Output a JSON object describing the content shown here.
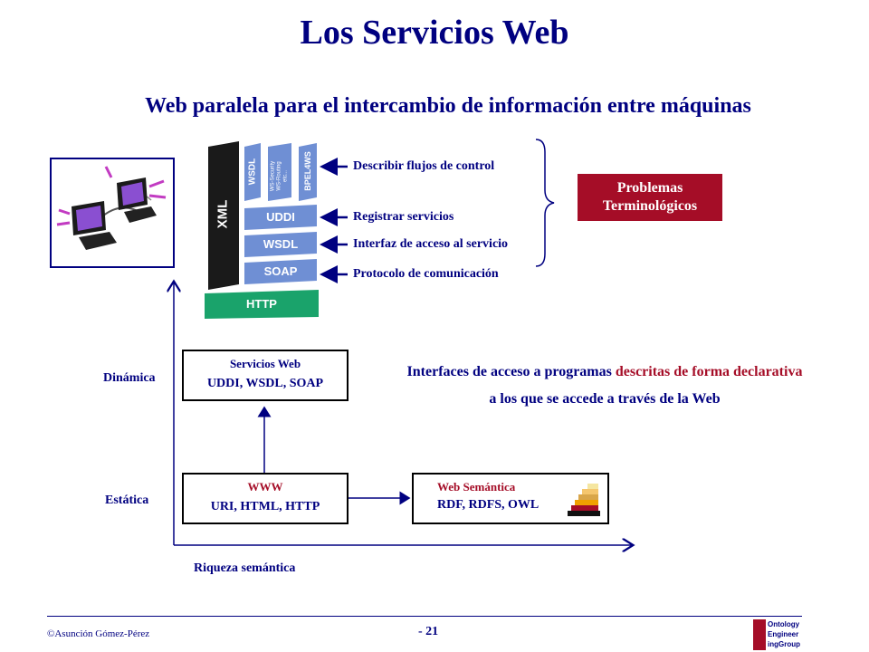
{
  "title": "Los Servicios Web",
  "subtitle": "Web paralela para el intercambio de información entre máquinas",
  "stack": {
    "xml": "XML",
    "wsdl_top": "WSDL",
    "ws_sec_1": "WS-Security",
    "ws_sec_2": "WS-Routing",
    "ws_sec_3": "etc...",
    "bpel": "BPEL4WS",
    "uddi": "UDDI",
    "wsdl": "WSDL",
    "soap": "SOAP",
    "http": "HTTP"
  },
  "arrows": {
    "flujos": "Describir flujos de control",
    "registrar": "Registrar servicios",
    "interfaz": "Interfaz de acceso al servicio",
    "protocolo": "Protocolo de comunicación"
  },
  "problemas": {
    "line1": "Problemas",
    "line2": "Terminológicos"
  },
  "boxes": {
    "servicios_title": "Servicios Web",
    "servicios_body": "UDDI, WSDL, SOAP",
    "www_title": "WWW",
    "www_body": "URI, HTML, HTTP",
    "semantica_title": "Web Semántica",
    "semantica_body": "RDF, RDFS, OWL"
  },
  "axis": {
    "dinamica": "Dinámica",
    "estatica": "Estática",
    "riqueza": "Riqueza semántica"
  },
  "interfaces": {
    "p1": "Interfaces de acceso a programas",
    "p2": " descritas de forma declarativa",
    "line2": "a los que se accede a través de la Web"
  },
  "footer": {
    "author": "©Asunción Gómez-Pérez",
    "page": "- 21",
    "logo_1": "Ontology",
    "logo_2": "Engineer",
    "logo_3": "ingGroup"
  },
  "colors": {
    "navy": "#000080",
    "maroon": "#a50d27",
    "http_green": "#1aa36b",
    "stack_blue": "#6f8fd4"
  }
}
